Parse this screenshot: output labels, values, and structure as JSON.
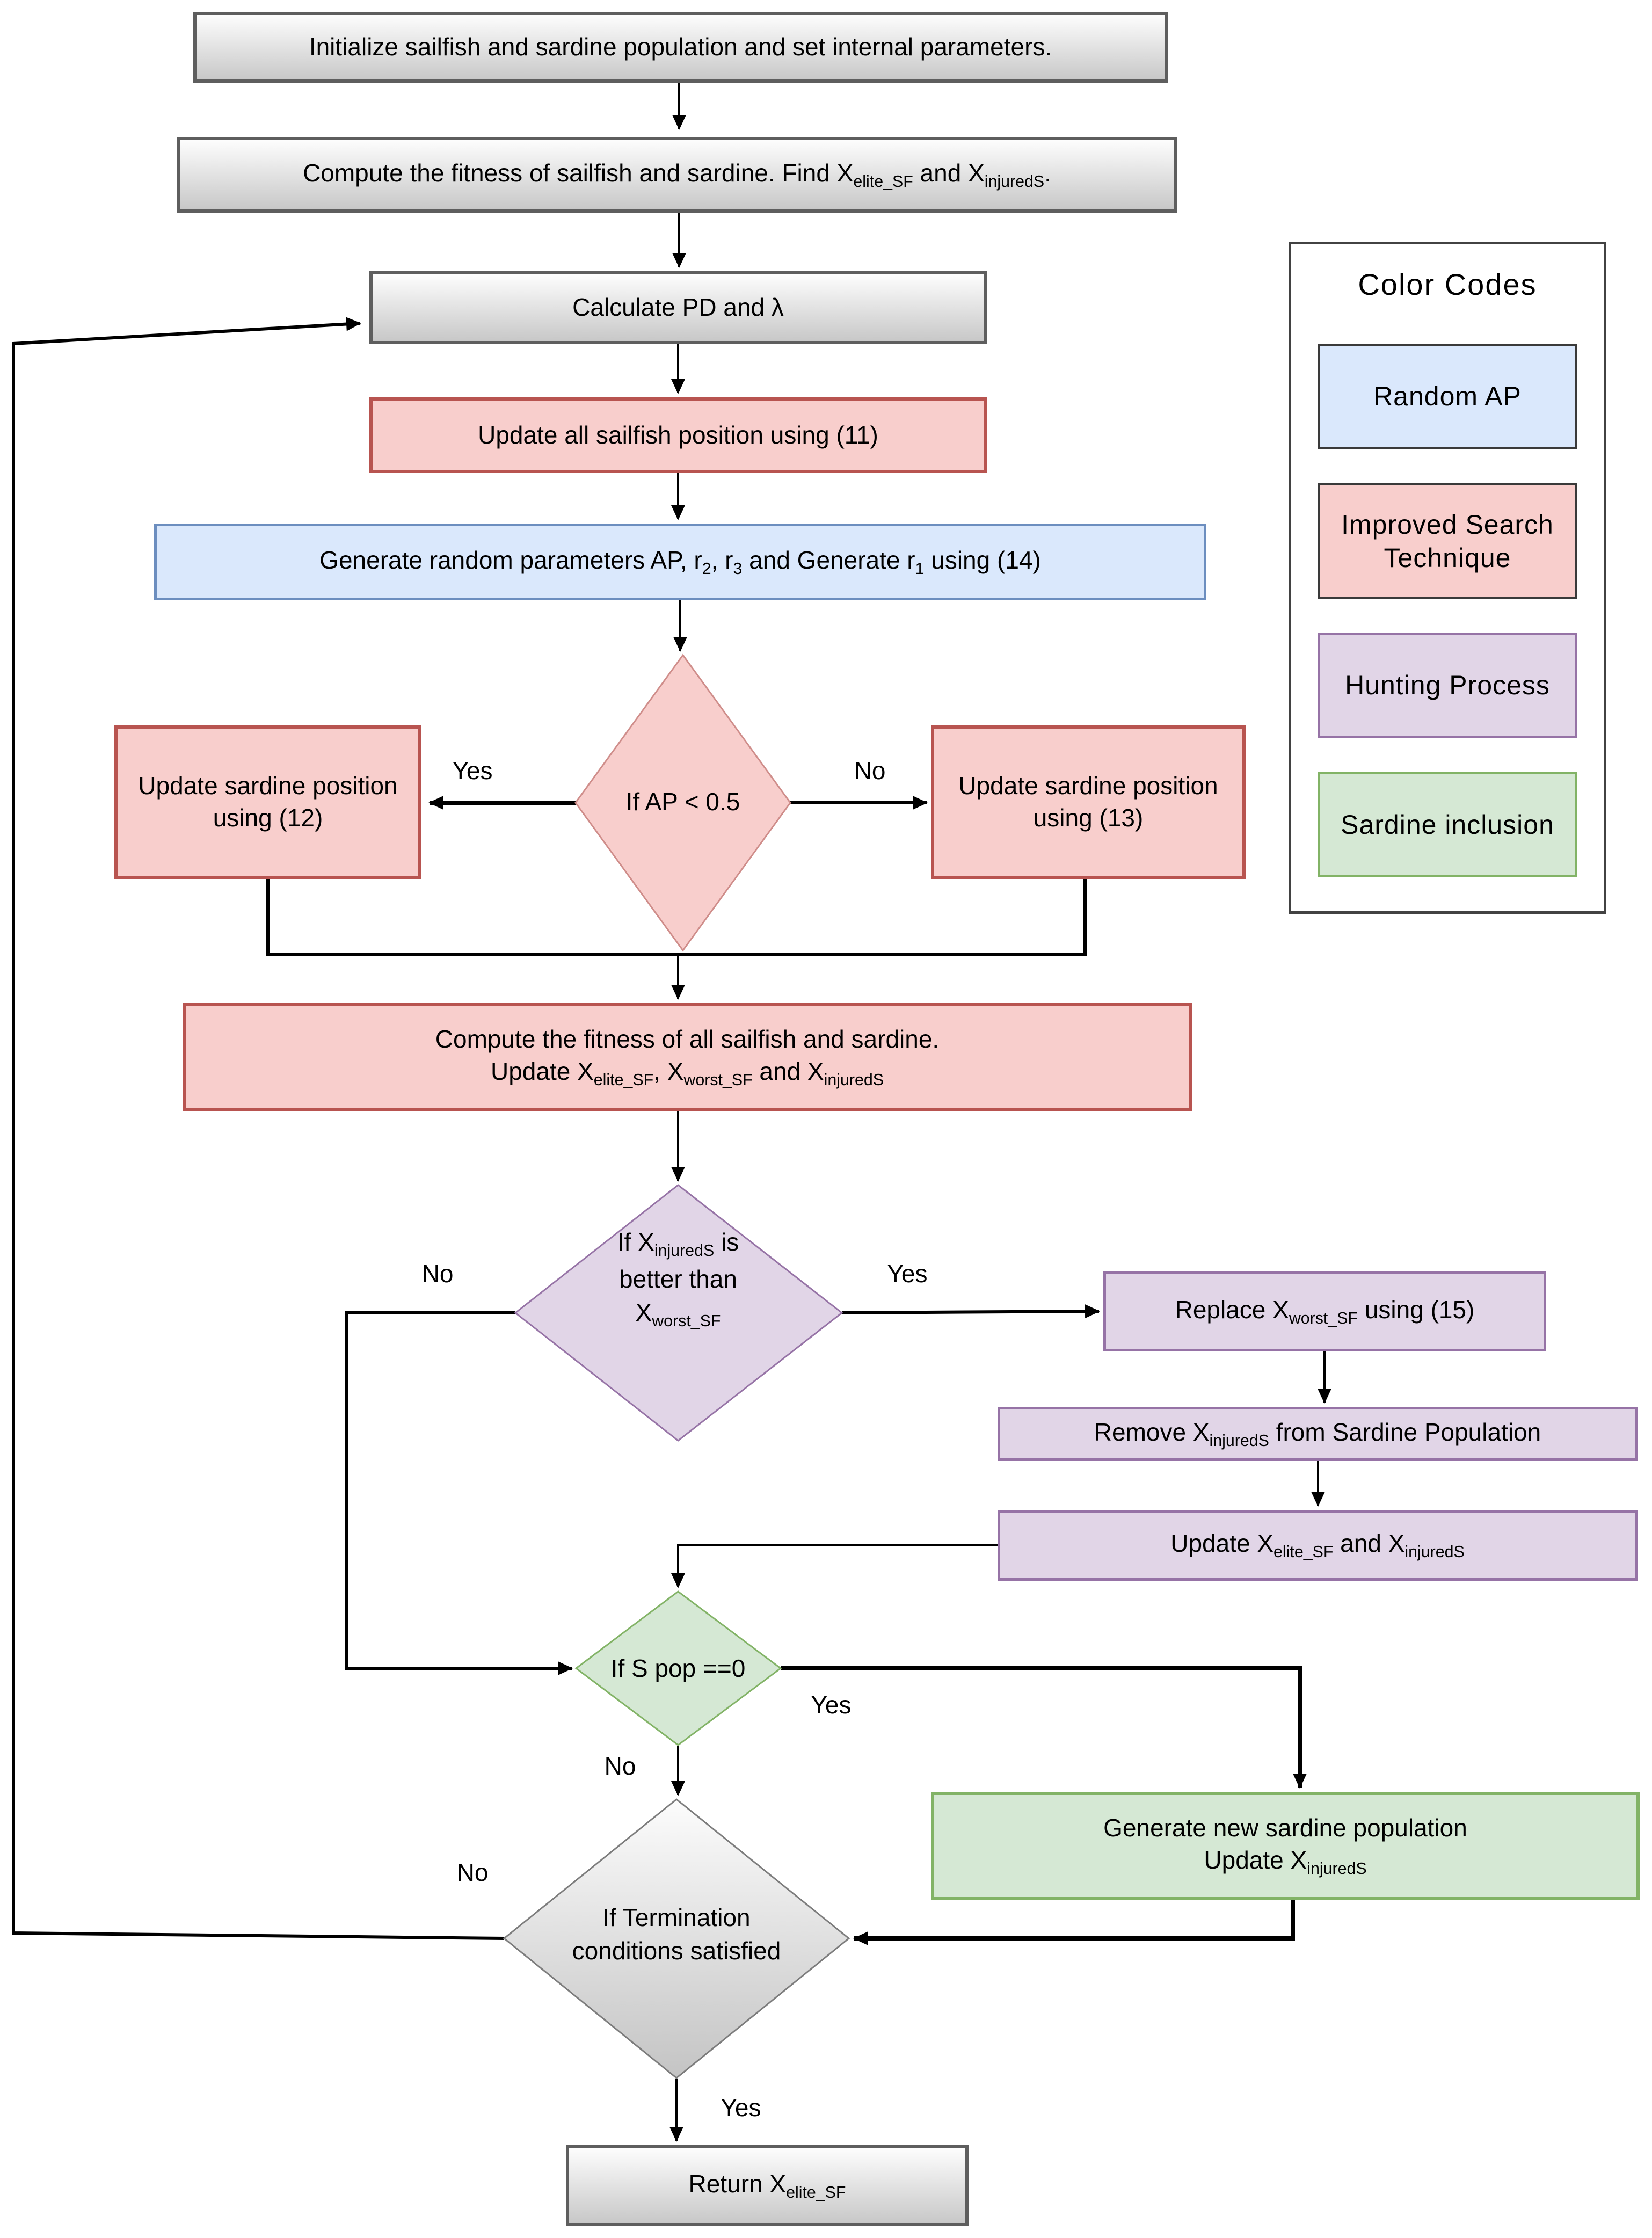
{
  "palette": {
    "blue_fill": "#dae8fc",
    "blue_border": "#6c8ebf",
    "pink_fill": "#f8cecc",
    "pink_border": "#b85450",
    "purple_fill": "#e1d5e7",
    "purple_border": "#9673a6",
    "green_fill": "#d5e8d4",
    "green_border": "#82b366",
    "gray_fill": "#e6e6e6",
    "gray_border": "#5e5e5e",
    "line": "#000000"
  },
  "nodes": {
    "init": {
      "label": "Initialize sailfish and sardine population and set internal parameters."
    },
    "compute_fitness": {
      "label": "Compute the fitness of sailfish and sardine. Find X[elite_SF] and X[injuredS]."
    },
    "calculate_pd": {
      "label": "Calculate PD and λ"
    },
    "update_sailfish": {
      "label": "Update all sailfish position using (11)"
    },
    "generate_random": {
      "label": "Generate random parameters AP, r[2], r[3] and Generate r[1] using (14)"
    },
    "ap_decision": {
      "label": "If AP < 0.5"
    },
    "update_sardine_12": {
      "label": "Update sardine position using (12)"
    },
    "update_sardine_13": {
      "label": "Update sardine position using (13)"
    },
    "compute_all_fitness": {
      "line1": "Compute the fitness of all sailfish and sardine.",
      "line2": "Update X[elite_SF], X[worst_SF] and X[injuredS]"
    },
    "injured_decision": {
      "label": "If X[injuredS] is better than X[worst_SF]"
    },
    "replace_worst": {
      "label": "Replace X[worst_SF] using (15)"
    },
    "remove_injured": {
      "label": "Remove X[injuredS] from Sardine Population"
    },
    "update_elite": {
      "label": "Update X[elite_SF] and X[injuredS]"
    },
    "spop_decision": {
      "label": "If S pop ==0"
    },
    "generate_new": {
      "line1": "Generate new sardine population",
      "line2": "Update X[injuredS]"
    },
    "termination_decision": {
      "label": "If Termination conditions satisfied"
    },
    "return_elite": {
      "label": "Return X[elite_SF]"
    }
  },
  "edge_labels": {
    "ap_yes": "Yes",
    "ap_no": "No",
    "injured_no": "No",
    "injured_yes": "Yes",
    "spop_yes": "Yes",
    "spop_no": "No",
    "termination_no": "No",
    "termination_yes": "Yes"
  },
  "legend": {
    "title": "Color Codes",
    "items": [
      {
        "label": "Random AP",
        "color": "#dae8fc"
      },
      {
        "label": "Improved Search Technique",
        "color": "#f8cecc"
      },
      {
        "label": "Hunting Process",
        "color": "#e1d5e7"
      },
      {
        "label": "Sardine inclusion",
        "color": "#d5e8d4"
      }
    ]
  }
}
